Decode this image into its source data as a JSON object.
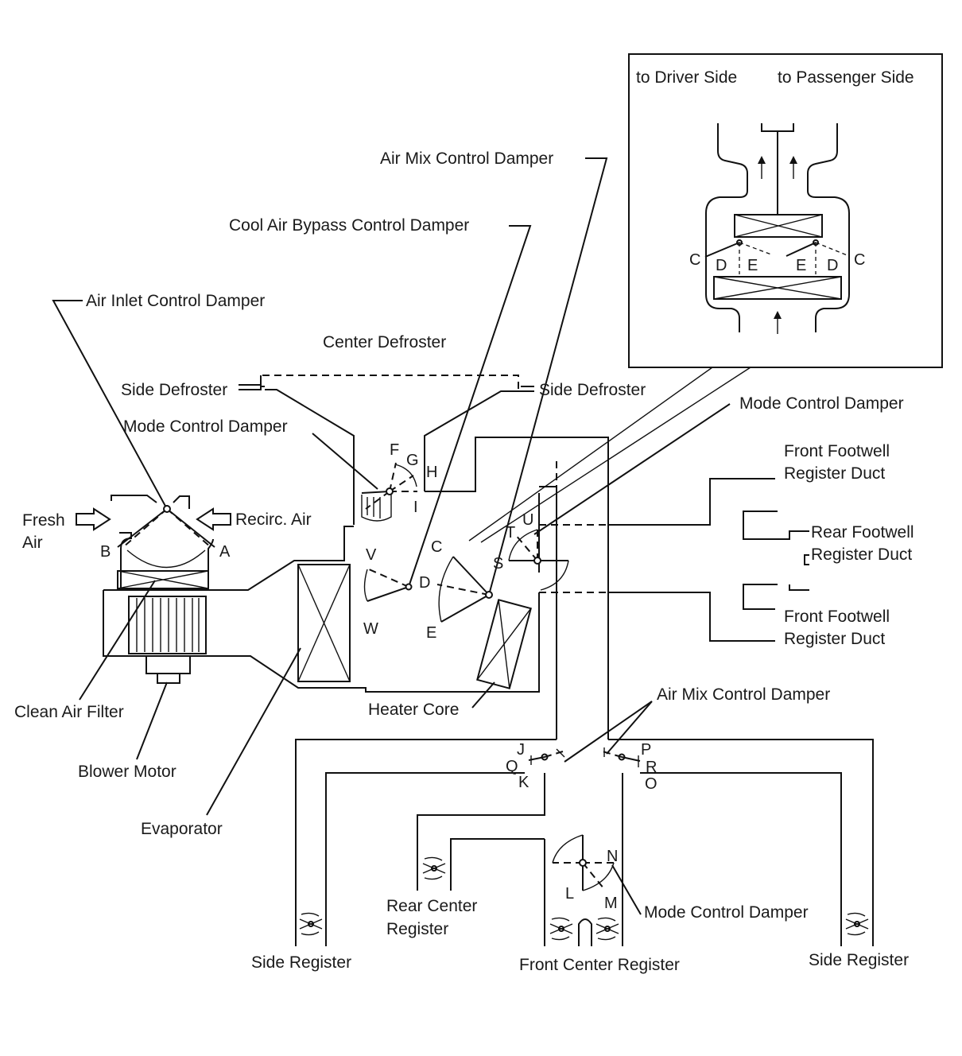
{
  "labels": {
    "to_driver_side": "to Driver Side",
    "to_passenger_side": "to Passenger Side",
    "air_mix_control_damper_top": "Air Mix Control Damper",
    "cool_air_bypass_control_damper": "Cool Air Bypass Control Damper",
    "air_inlet_control_damper": "Air Inlet Control Damper",
    "center_defroster": "Center Defroster",
    "side_defroster_left": "Side Defroster",
    "side_defroster_right": "Side Defroster",
    "mode_control_damper_left": "Mode Control Damper",
    "mode_control_damper_right": "Mode Control Damper",
    "front_footwell_register_duct_top": [
      "Front Footwell",
      "Register Duct"
    ],
    "rear_footwell_register_duct": [
      "Rear Footwell",
      "Register Duct"
    ],
    "front_footwell_register_duct_bottom": [
      "Front Footwell",
      "Register Duct"
    ],
    "fresh_air": [
      "Fresh",
      "Air"
    ],
    "recirc_air": "Recirc. Air",
    "clean_air_filter": "Clean Air Filter",
    "blower_motor": "Blower Motor",
    "evaporator": "Evaporator",
    "heater_core": "Heater Core",
    "air_mix_control_damper_bottom": "Air Mix Control Damper",
    "mode_control_damper_bottom": "Mode Control Damper",
    "rear_center_register": [
      "Rear Center",
      "Register"
    ],
    "side_register_left": "Side Register",
    "front_center_register": "Front Center Register",
    "side_register_right": "Side Register"
  },
  "letters": {
    "A": "A",
    "B": "B",
    "C": "C",
    "D": "D",
    "E": "E",
    "F": "F",
    "G": "G",
    "H": "H",
    "I": "I",
    "J": "J",
    "K": "K",
    "L": "L",
    "M": "M",
    "N": "N",
    "O": "O",
    "P": "P",
    "Q": "Q",
    "R": "R",
    "S": "S",
    "T": "T",
    "U": "U",
    "V": "V",
    "W": "W"
  },
  "inset_letters": {
    "C_left": "C",
    "D_left": "D",
    "E_left": "E",
    "E_right": "E",
    "D_right": "D",
    "C_right": "C"
  }
}
